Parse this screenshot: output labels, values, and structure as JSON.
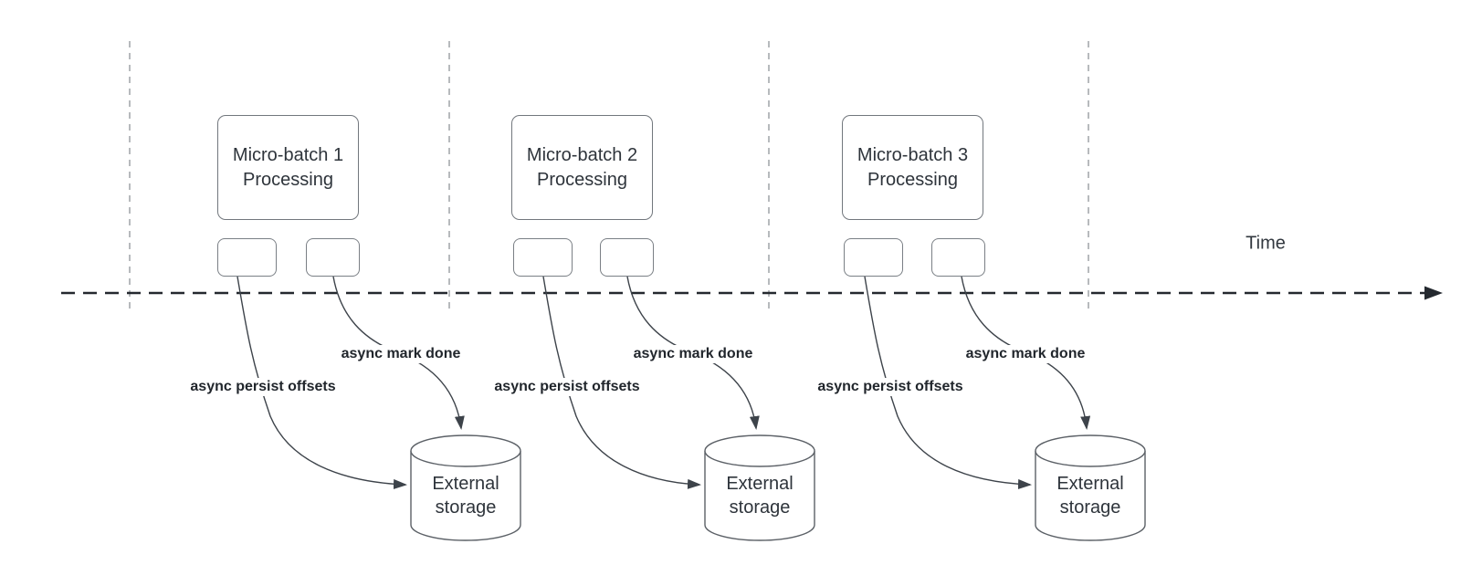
{
  "diagram": {
    "time_axis": {
      "label": "Time"
    },
    "batches": [
      {
        "title": "Micro-batch 1\nProcessing",
        "persist_label": "async persist offsets",
        "mark_done_label": "async mark done",
        "storage_label": "External\nstorage"
      },
      {
        "title": "Micro-batch 2\nProcessing",
        "persist_label": "async persist offsets",
        "mark_done_label": "async mark done",
        "storage_label": "External\nstorage"
      },
      {
        "title": "Micro-batch 3\nProcessing",
        "persist_label": "async persist offsets",
        "mark_done_label": "async mark done",
        "storage_label": "External\nstorage"
      }
    ],
    "colors": {
      "background": "#ffffff",
      "box_border": "#72777d",
      "small_box_border": "#7a7f85",
      "box_text": "#2e343b",
      "bold_label_text": "#21262c",
      "timeline": "#24292f",
      "guide_line": "#b7babd",
      "arrow": "#3d434a",
      "cylinder_border": "#5c6167"
    }
  }
}
